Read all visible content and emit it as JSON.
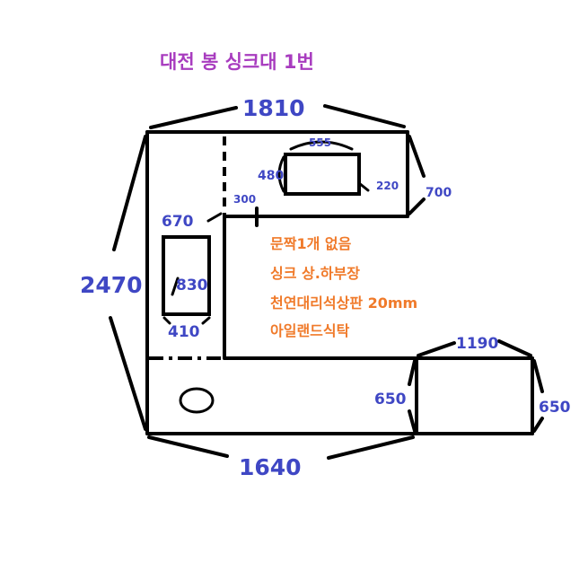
{
  "title": "대전 봉 싱크대 1번",
  "dimensions": {
    "top_width": "1810",
    "left_height": "2470",
    "bottom_width": "1640",
    "right_depth": "700",
    "sink_width": "555",
    "sink_depth": "480",
    "sink_offset": "220",
    "offset_300": "300",
    "inner_width": "670",
    "cooktop_length": "830",
    "cooktop_width": "410",
    "island_width": "1190",
    "island_left_depth": "650",
    "island_right_depth": "650"
  },
  "notes": [
    "문짝1개 없음",
    "싱크 상.하부장",
    "천연대리석상판 20mm",
    "아일랜드식탁"
  ],
  "colors": {
    "title": "#a83cbf",
    "dimension": "#3f47c4",
    "note": "#f07a2a",
    "line": "#000000"
  }
}
